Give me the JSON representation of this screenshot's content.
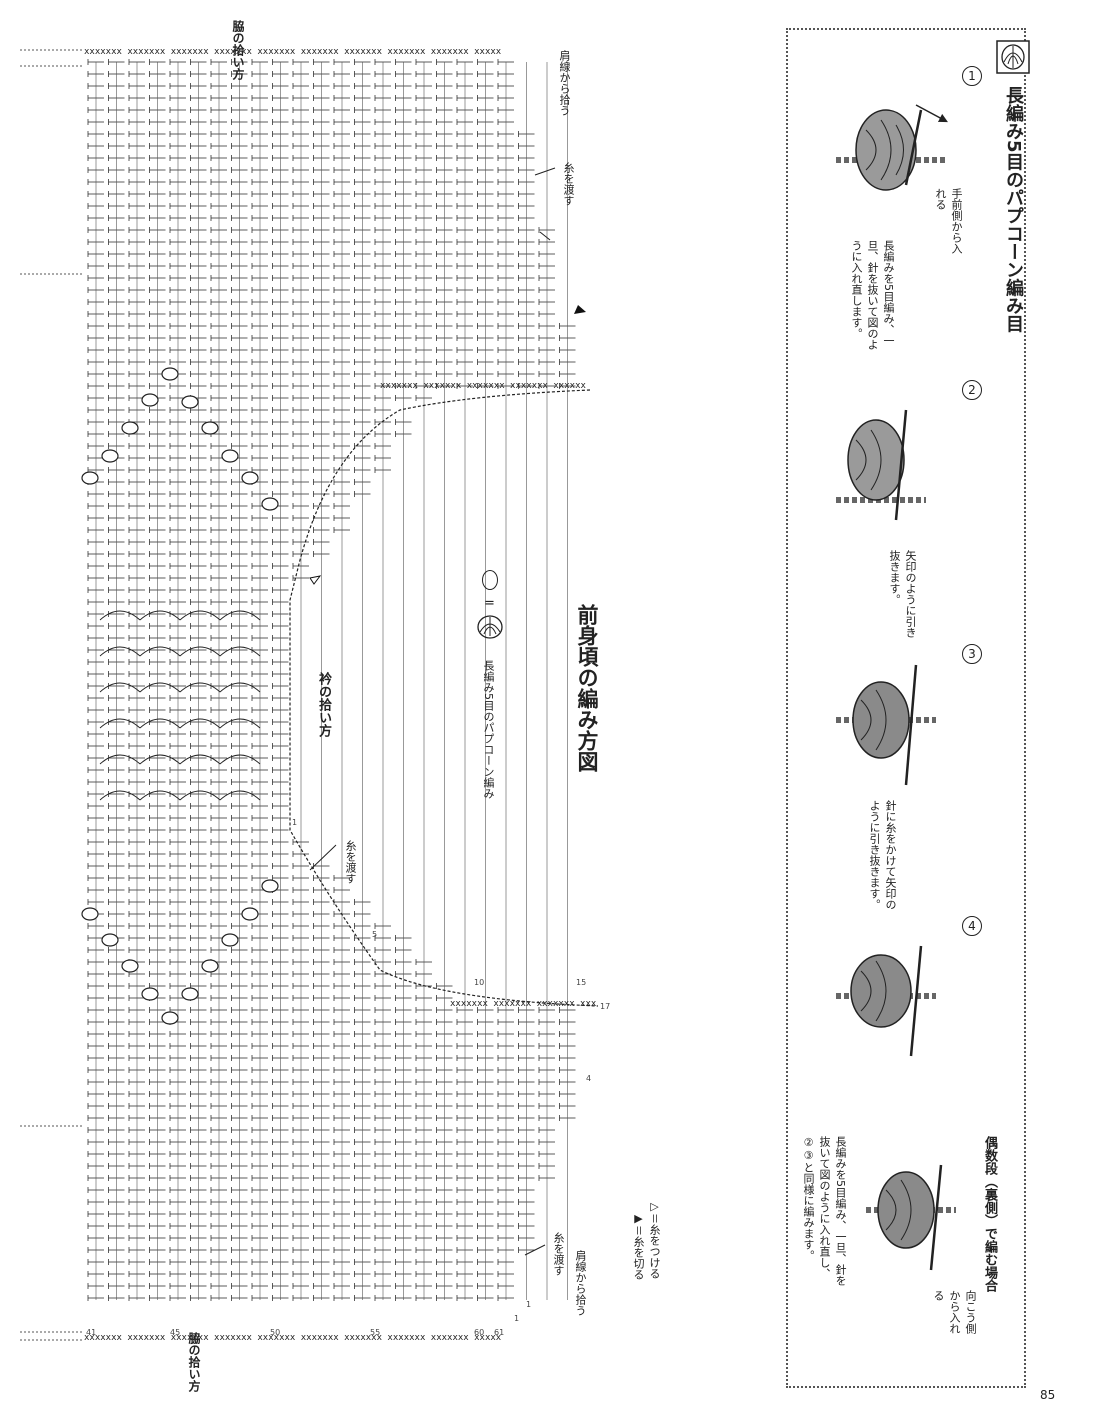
{
  "chart": {
    "title": "前身頃の編み方図",
    "legend_eq": "=",
    "legend_text": "長編み5目のパプコーン編み",
    "collar_label": "衿の拾い方",
    "side_top": "脇の拾い方",
    "side_bottom": "脇の拾い方",
    "shoulder_top": "肩線から拾う",
    "shoulder_bottom": "肩線から拾う",
    "yarn_carry": [
      "糸を渡す",
      "糸を渡す",
      "糸を渡す"
    ],
    "note_attach": "▷＝糸をつける",
    "note_cut": "▶＝糸を切る",
    "row_markers": [
      "41",
      "45",
      "50",
      "55",
      "60",
      "61"
    ],
    "stitch_markers": [
      "1",
      "5",
      "10",
      "15",
      "17",
      "4",
      "1",
      "1"
    ]
  },
  "technique": {
    "title": "長編み5目のパプコーン編み目",
    "steps": [
      {
        "num": "1",
        "caption_a": "手前側から入れる",
        "caption_b": "長編みを5目編み、一旦、針を抜いて図のように入れ直します。"
      },
      {
        "num": "2",
        "caption": "矢印のように引き抜きます。"
      },
      {
        "num": "3",
        "caption": "針に糸をかけて矢印のように引き抜きます。"
      },
      {
        "num": "4",
        "caption": ""
      }
    ],
    "even_row_title": "偶数段（裏側）で編む場合",
    "even_row_label": "向こう側から入れる",
    "even_row_text": "長編みを5目編み、一旦、針を抜いて図のように入れ直し、②③と同様に編みます。"
  },
  "page_number": "85"
}
